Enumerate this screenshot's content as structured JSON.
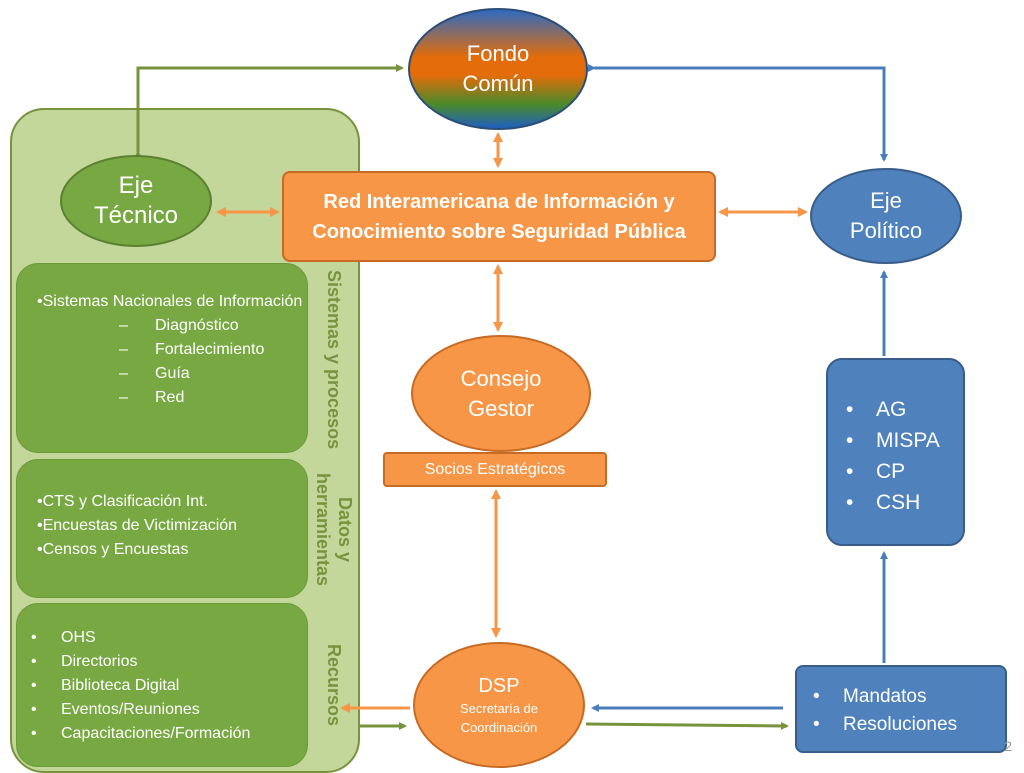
{
  "nodes": {
    "fondo": [
      "Fondo",
      "Común"
    ],
    "eje_tecnico": [
      "Eje",
      "Técnico"
    ],
    "eje_politico": [
      "Eje",
      "Político"
    ],
    "red": "Red Interamericana de Información y Conocimiento sobre Seguridad Pública",
    "consejo": [
      "Consejo",
      "Gestor"
    ],
    "socios": "Socios Estratégicos",
    "dsp_title": "DSP",
    "dsp_sub": [
      "Secretaría de",
      "Coordinación"
    ]
  },
  "sections": {
    "sistemas": {
      "label": "Sistemas y procesos",
      "head": "•Sistemas Nacionales de Información",
      "items": [
        "Diagnóstico",
        "Fortalecimiento",
        "Guía",
        "Red"
      ]
    },
    "datos": {
      "label": "Datos y herramientas",
      "items": [
        "•CTS y Clasificación Int.",
        "•Encuestas de Victimización",
        "•Censos y Encuestas"
      ]
    },
    "recursos": {
      "label": "Recursos",
      "items": [
        "OHS",
        "Directorios",
        "Biblioteca Digital",
        "Eventos/Reuniones",
        "Capacitaciones/Formación"
      ]
    }
  },
  "blue_box": {
    "items": [
      "AG",
      "MISPA",
      "CP",
      "CSH"
    ]
  },
  "mandatos": {
    "items": [
      "Mandatos",
      "Resoluciones"
    ]
  },
  "page_number": "2",
  "colors": {
    "orange": "#f79646",
    "green": "#77a842",
    "blue": "#4f81bd",
    "panel": "#c3d79b",
    "arrow_green": "#77933c",
    "arrow_blue": "#4a7ebb",
    "arrow_orange": "#f79646"
  }
}
